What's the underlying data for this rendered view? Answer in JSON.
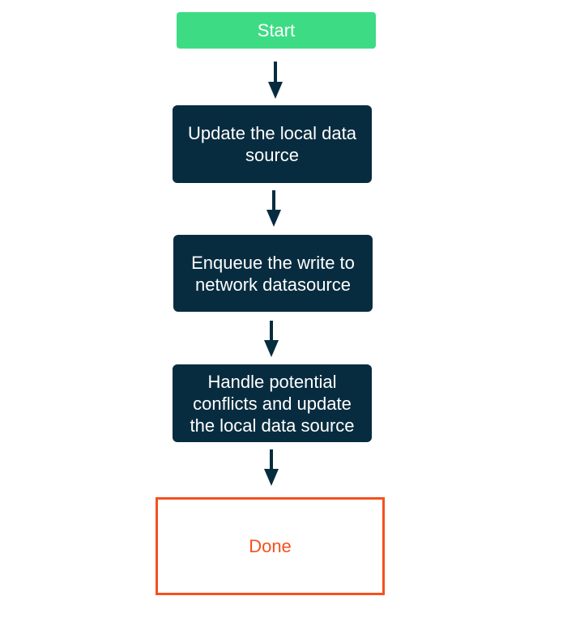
{
  "diagram": {
    "start": {
      "label": "Start"
    },
    "steps": [
      {
        "label": "Update the local data\nsource"
      },
      {
        "label": "Enqueue the write to\nnetwork datasource"
      },
      {
        "label": "Handle potential\nconflicts and update\nthe local data source"
      }
    ],
    "done": {
      "label": "Done"
    }
  },
  "colors": {
    "start_fill": "#3ddc84",
    "step_fill": "#082c3f",
    "arrow": "#082c3f",
    "done_accent": "#f4511e",
    "text_light": "#ffffff"
  }
}
